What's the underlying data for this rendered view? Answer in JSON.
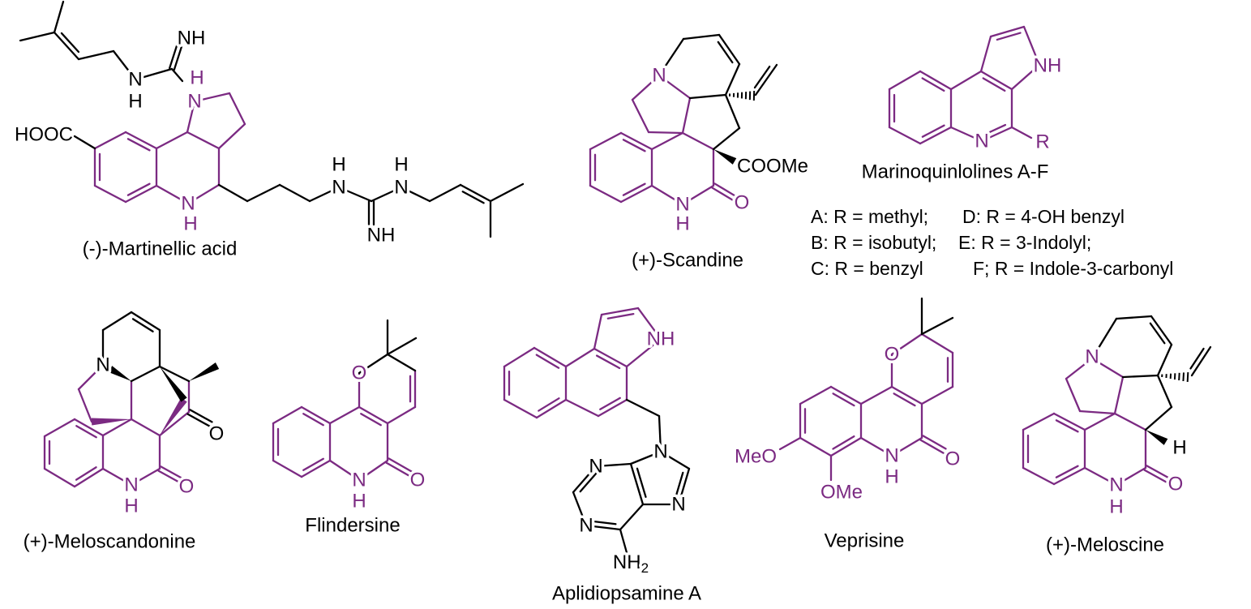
{
  "colors": {
    "core": "#7B2A82",
    "other": "#000000"
  },
  "atoms": {
    "N": "N",
    "H": "H",
    "NH": "NH",
    "O": "O",
    "R": "R",
    "HOOC": "HOOC",
    "COOMe": "COOMe",
    "MeO": "MeO",
    "OMe": "OMe",
    "NH2_base": "NH",
    "NH2_sub": "2"
  },
  "compounds": {
    "martinellic_acid": "(-)-Martinellic acid",
    "scandine": "(+)-Scandine",
    "marinoquinolines": "Marinoquinlolines A-F",
    "meloscandonine": "(+)-Meloscandonine",
    "flindersine": "Flindersine",
    "aplidiopsamine": "Aplidiopsamine A",
    "veprisine": "Veprisine",
    "meloscine": "(+)-Meloscine"
  },
  "marinoquinoline_legend": [
    {
      "left": "A: R = methyl;",
      "right": "D: R = 4-OH benzyl"
    },
    {
      "left": "B: R = isobutyl;",
      "right": "E: R = 3-Indolyl;"
    },
    {
      "left": "C: R = benzyl",
      "right": "F; R = Indole-3-carbonyl"
    }
  ]
}
